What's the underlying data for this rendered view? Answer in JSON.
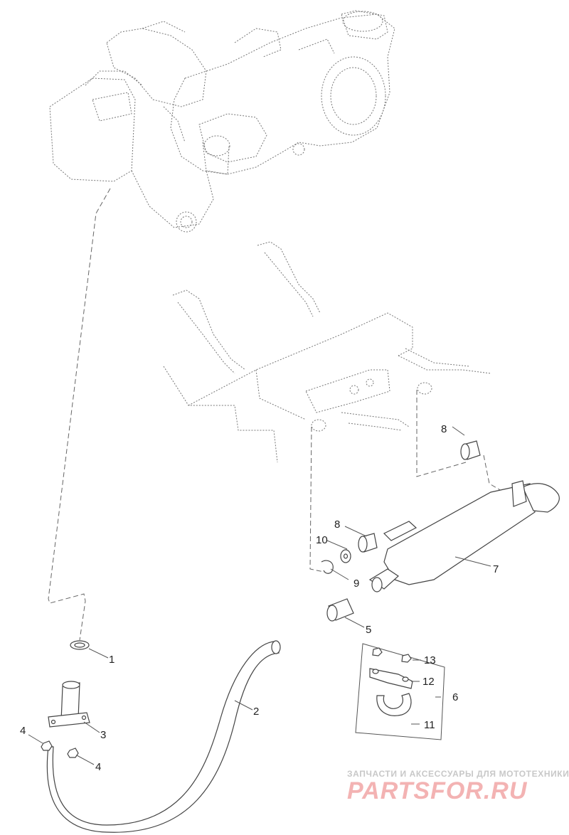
{
  "parts": [
    {
      "id": "1",
      "label": "1"
    },
    {
      "id": "2",
      "label": "2"
    },
    {
      "id": "3",
      "label": "3"
    },
    {
      "id": "4a",
      "label": "4"
    },
    {
      "id": "4b",
      "label": "4"
    },
    {
      "id": "5",
      "label": "5"
    },
    {
      "id": "6",
      "label": "6"
    },
    {
      "id": "7",
      "label": "7"
    },
    {
      "id": "8a",
      "label": "8"
    },
    {
      "id": "8b",
      "label": "8"
    },
    {
      "id": "9",
      "label": "9"
    },
    {
      "id": "10",
      "label": "10"
    },
    {
      "id": "11",
      "label": "11"
    },
    {
      "id": "12",
      "label": "12"
    },
    {
      "id": "13",
      "label": "13"
    }
  ],
  "watermark": {
    "tagline": "ЗАПЧАСТИ И АКСЕССУАРЫ ДЛЯ МОТОТЕХНИКИ",
    "brand": "PARTSFOR.RU"
  },
  "colors": {
    "line": "#444444",
    "watermark_text": "#c8c8c8",
    "watermark_brand": "#f3b3b3"
  }
}
